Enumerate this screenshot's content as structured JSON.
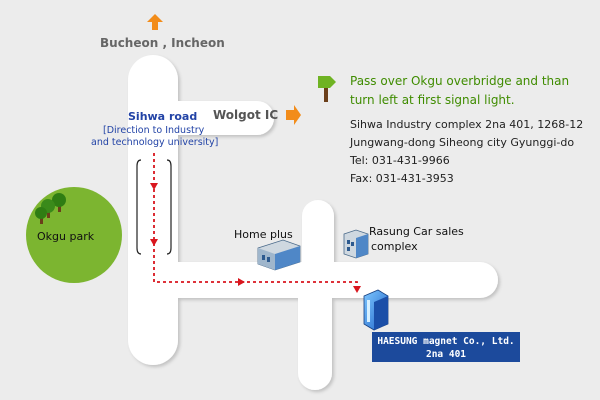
{
  "map": {
    "destination_label": "Bucheon , Incheon",
    "interchange_label": "Wolgot IC",
    "road": {
      "name": "Sihwa road",
      "subtitle_line1": "[Direction to Industry",
      "subtitle_line2": "and technology university]"
    },
    "park_label": "Okgu park",
    "landmarks": [
      "Home plus",
      "Rasung Car sales",
      "complex"
    ],
    "company_line1": "HAESUNG magnet Co., Ltd.",
    "company_line2": "2na 401"
  },
  "directions": {
    "line1": "Pass over Okgu overbridge and than",
    "line2": "turn left at first signal light."
  },
  "contact": {
    "address_line1": "Sihwa Industry complex 2na 401, 1268-12",
    "address_line2": "Jungwang-dong Siheong city Gyunggi-do",
    "tel": "Tel: 031-431-9966",
    "fax": "Fax: 031-431-3953"
  },
  "colors": {
    "road": "#ffffff",
    "route": "#d9161e",
    "park": "#7cb530",
    "arrow": "#f28c1a",
    "company_box": "#1c4a9c",
    "direction_text": "#3f8c00"
  }
}
